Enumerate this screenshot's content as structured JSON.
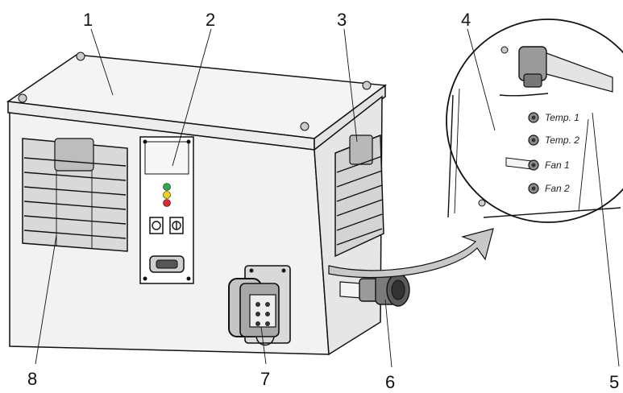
{
  "callouts": {
    "c1": "1",
    "c2": "2",
    "c3": "3",
    "c4": "4",
    "c5": "5",
    "c6": "6",
    "c7": "7",
    "c8": "8"
  },
  "detail_labels": {
    "temp1": "Temp. 1",
    "temp2": "Temp. 2",
    "fan1": "Fan 1",
    "fan2": "Fan 2"
  },
  "indicator_colors": {
    "green": "#2fa84f",
    "yellow": "#f2d10f",
    "red": "#e0262b"
  },
  "icons": [
    "led-indicator",
    "push-button",
    "sub-d-connector",
    "power-connector",
    "round-connector",
    "sensor-socket"
  ]
}
